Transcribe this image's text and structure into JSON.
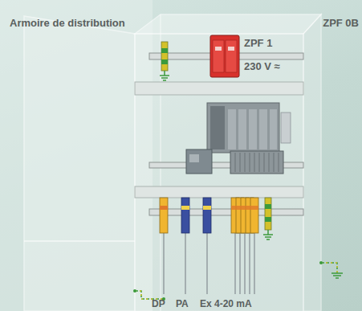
{
  "diagram": {
    "labels": [
      "Armoire de distribution",
      "ZPF 0B",
      "ZPF 1",
      "230 V ≈",
      "DP",
      "PA",
      "Ex 4-20 mA"
    ]
  }
}
